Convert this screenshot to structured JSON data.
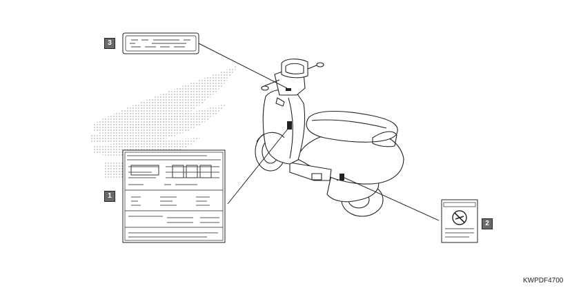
{
  "callouts": [
    {
      "id": "1"
    },
    {
      "id": "2"
    },
    {
      "id": "3"
    }
  ],
  "figure_code": "KWPDF4700",
  "colors": {
    "line": "#222222",
    "callout_fill": "#6a6a6a",
    "dots": "#999999"
  }
}
